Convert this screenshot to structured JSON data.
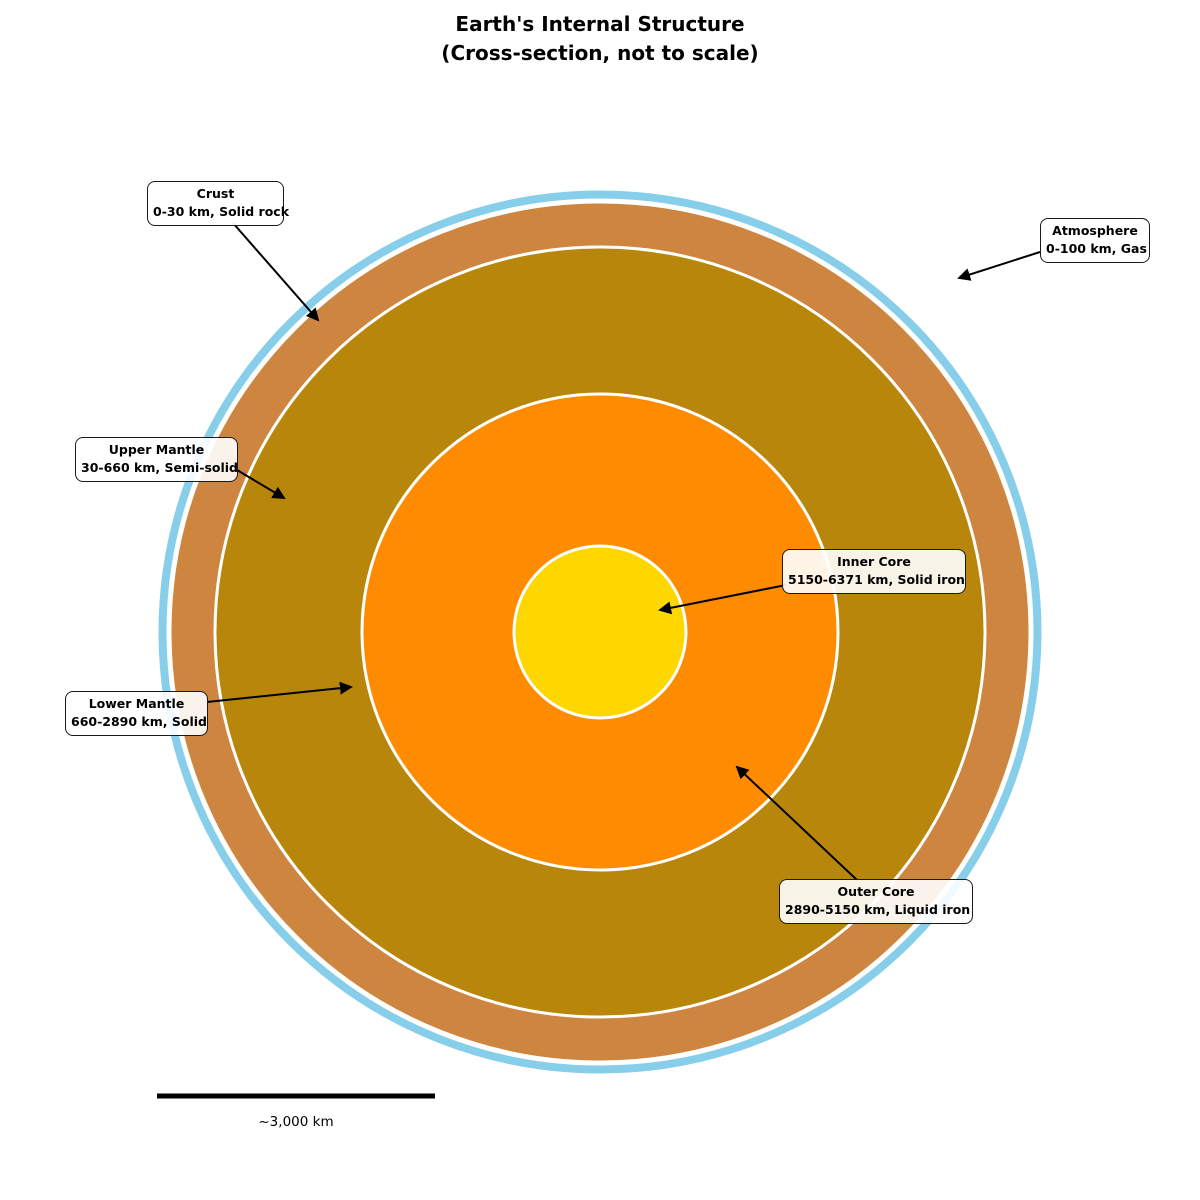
{
  "title": {
    "line1": "Earth's Internal Structure",
    "line2": "(Cross-section, not to scale)"
  },
  "layers": [
    {
      "name": "Atmosphere",
      "detail": "0-100 km, Gas",
      "color": "#87CEEB"
    },
    {
      "name": "Crust",
      "detail": "0-30 km, Solid rock",
      "color": "#CD853F"
    },
    {
      "name": "Upper Mantle",
      "detail": "30-660 km, Semi-solid",
      "color": "#B8860B"
    },
    {
      "name": "Lower Mantle",
      "detail": "660-2890 km, Solid",
      "color": "#B8860B"
    },
    {
      "name": "Outer Core",
      "detail": "2890-5150 km, Liquid iron",
      "color": "#FF8C00"
    },
    {
      "name": "Inner Core",
      "detail": "5150-6371 km, Solid iron",
      "color": "#FFD700"
    }
  ],
  "scale_bar": {
    "label": "~3,000 km"
  }
}
